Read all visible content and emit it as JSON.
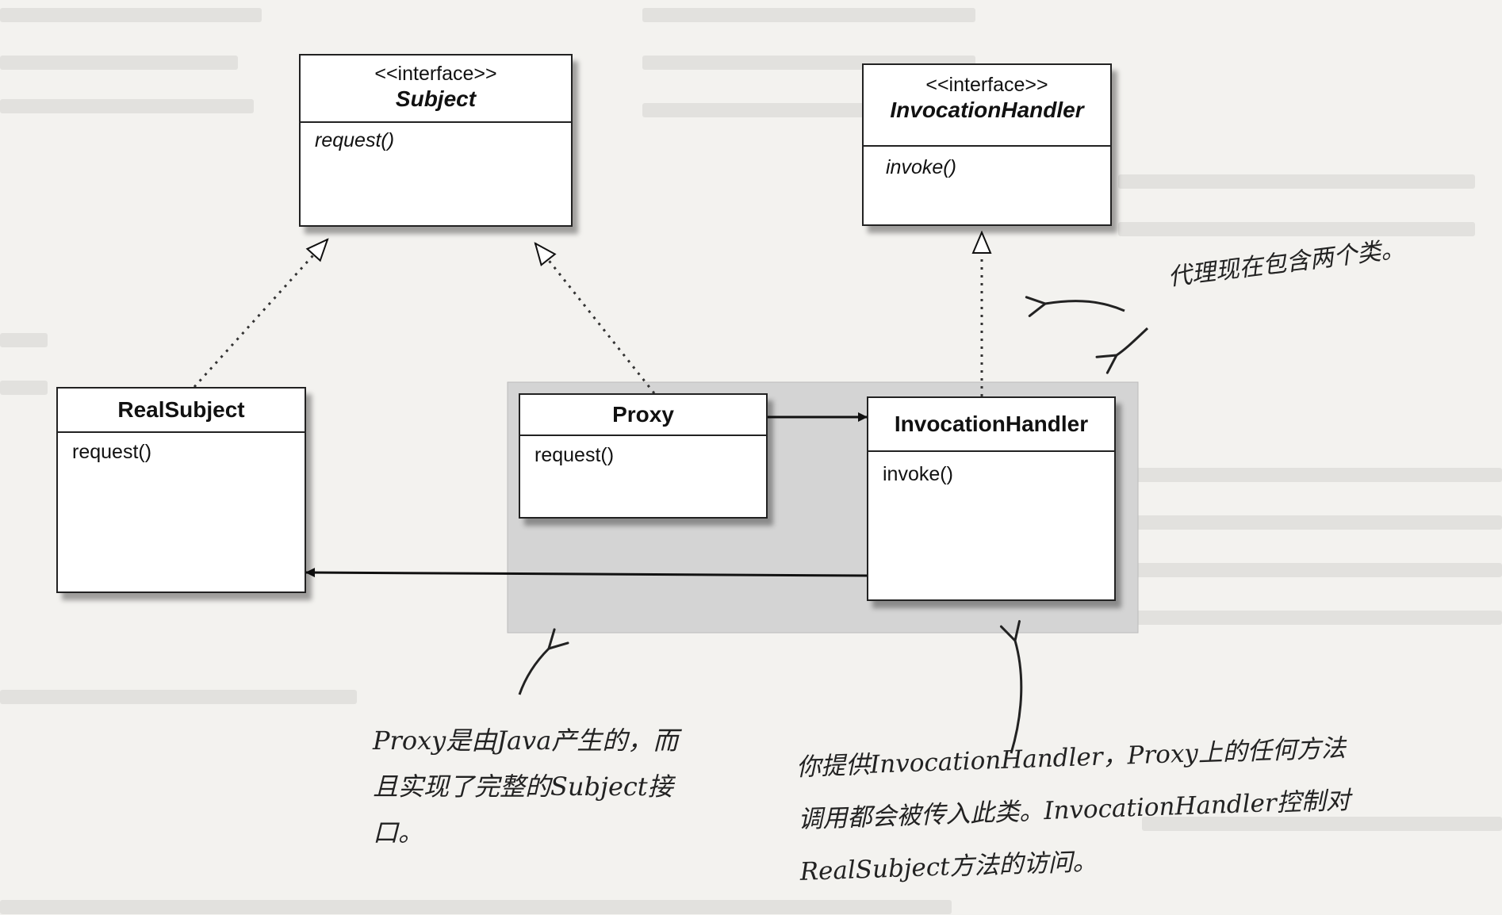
{
  "classes": {
    "subject": {
      "stereotype": "<<interface>>",
      "name": "Subject",
      "method": "request()"
    },
    "invocation_handler_interface": {
      "stereotype": "<<interface>>",
      "name": "InvocationHandler",
      "method": "invoke()"
    },
    "real_subject": {
      "name": "RealSubject",
      "method": "request()"
    },
    "proxy": {
      "name": "Proxy",
      "method": "request()"
    },
    "invocation_handler": {
      "name": "InvocationHandler",
      "method": "invoke()"
    }
  },
  "annotations": {
    "proxy_contains_two_classes": "代理现在包含两个类。",
    "proxy_generated_line1": "Proxy是由Java产生的，而",
    "proxy_generated_line2": "且实现了完整的Subject接",
    "proxy_generated_line3": "口。",
    "you_provide_line1": "你提供InvocationHandler，Proxy上的任何方法",
    "you_provide_line2": "调用都会被传入此类。InvocationHandler控制对",
    "you_provide_line3": "RealSubject方法的访问。"
  },
  "colors": {
    "page": "#f3f2ef",
    "box_fill": "#ffffff",
    "line": "#222222",
    "proxy_group_fill": "#d4d4d4"
  }
}
